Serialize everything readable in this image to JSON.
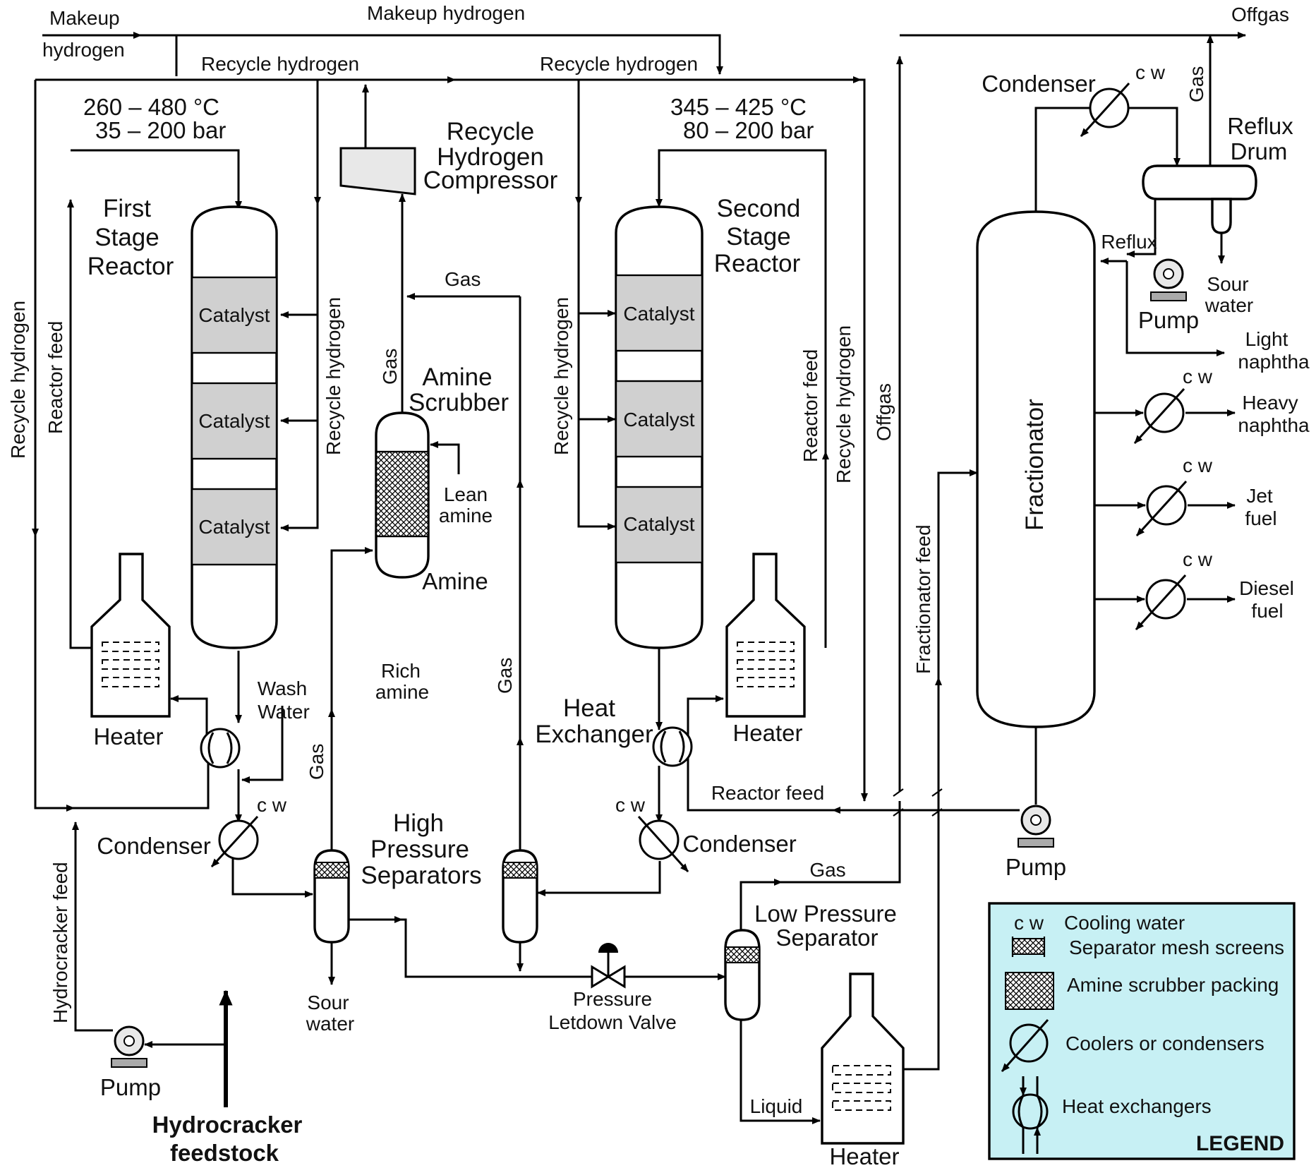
{
  "makeup": {
    "left_line1": "Makeup",
    "left_line2": "hydrogen",
    "top": "Makeup hydrogen"
  },
  "recycle_h2": {
    "top_left": "Recycle hydrogen",
    "top_mid": "Recycle hydrogen",
    "vert_far_left": "Recycle  hydrogen",
    "vert_r1": "Recycle  hydrogen",
    "vert_r2": "Recycle  hydrogen",
    "vert_right": "Recycle hydrogen"
  },
  "offgas": {
    "top": "Offgas",
    "vert": "Offgas"
  },
  "reactor1": {
    "temp": "260 – 480 °C",
    "pressure": "35 – 200 bar",
    "title": [
      "First",
      "Stage",
      "Reactor"
    ],
    "beds": [
      "Catalyst",
      "Catalyst",
      "Catalyst"
    ],
    "feed_label": "Reactor feed"
  },
  "reactor2": {
    "temp": "345 – 425 °C",
    "pressure": "80 – 200 bar",
    "title": [
      "Second",
      "Stage",
      "Reactor"
    ],
    "beds": [
      "Catalyst",
      "Catalyst",
      "Catalyst"
    ],
    "feed_label": "Reactor feed"
  },
  "compressor": {
    "title": [
      "Recycle",
      "Hydrogen",
      "Compressor"
    ]
  },
  "scrubber": {
    "title": [
      "Amine",
      "Scrubber"
    ],
    "gas": "Gas",
    "gas_vert": "Gas",
    "lean": [
      "Lean",
      "amine"
    ],
    "amine": "Amine",
    "rich": [
      "Rich",
      "amine"
    ]
  },
  "heaters": {
    "h1": "Heater",
    "h2": "Heater",
    "h3": "Heater"
  },
  "wash_water": [
    "Wash",
    "Water"
  ],
  "heat_exchanger": [
    "Heat",
    "Exchanger"
  ],
  "condensers": {
    "c1": "Condenser",
    "c2": "Condenser",
    "c3": "Condenser"
  },
  "cw": "c w",
  "hp_sep": {
    "title": [
      "High",
      "Pressure",
      "Separators"
    ],
    "gas_left": "Gas",
    "gas_right": "Gas",
    "sour_water": [
      "Sour",
      "water"
    ]
  },
  "reactor_feed_bottom": "Reactor feed",
  "valve": [
    "Pressure",
    "Letdown Valve"
  ],
  "lp_sep": {
    "title": [
      "Low Pressure",
      "Separator"
    ],
    "gas": "Gas",
    "liquid": "Liquid"
  },
  "feed": {
    "hydrocracker_feed": "Hydrocracker feed",
    "pump": "Pump",
    "feedstock": [
      "Hydrocracker",
      "feedstock"
    ]
  },
  "fractionator": {
    "title": "Fractionator",
    "feed_label": "Fractionator feed",
    "pump": "Pump",
    "condenser": "Condenser",
    "gas": "Gas",
    "reflux_drum": [
      "Reflux",
      "Drum"
    ],
    "reflux": "Reflux",
    "reflux_pump": "Pump",
    "sour_water": [
      "Sour",
      "water"
    ],
    "light_naphtha": [
      "Light",
      "naphtha"
    ],
    "heavy_naphtha": [
      "Heavy",
      "naphtha"
    ],
    "jet_fuel": [
      "Jet",
      "fuel"
    ],
    "diesel": [
      "Diesel",
      "fuel"
    ]
  },
  "legend": {
    "cw_code": "c w",
    "cw_text": "Cooling water",
    "mesh": "Separator mesh screens",
    "packing": "Amine scrubber packing",
    "coolers": "Coolers or condensers",
    "hx": "Heat exchangers",
    "title": "LEGEND"
  },
  "colors": {
    "catalyst": "#d0d0d0",
    "legend_bg": "#c7f0f4"
  }
}
